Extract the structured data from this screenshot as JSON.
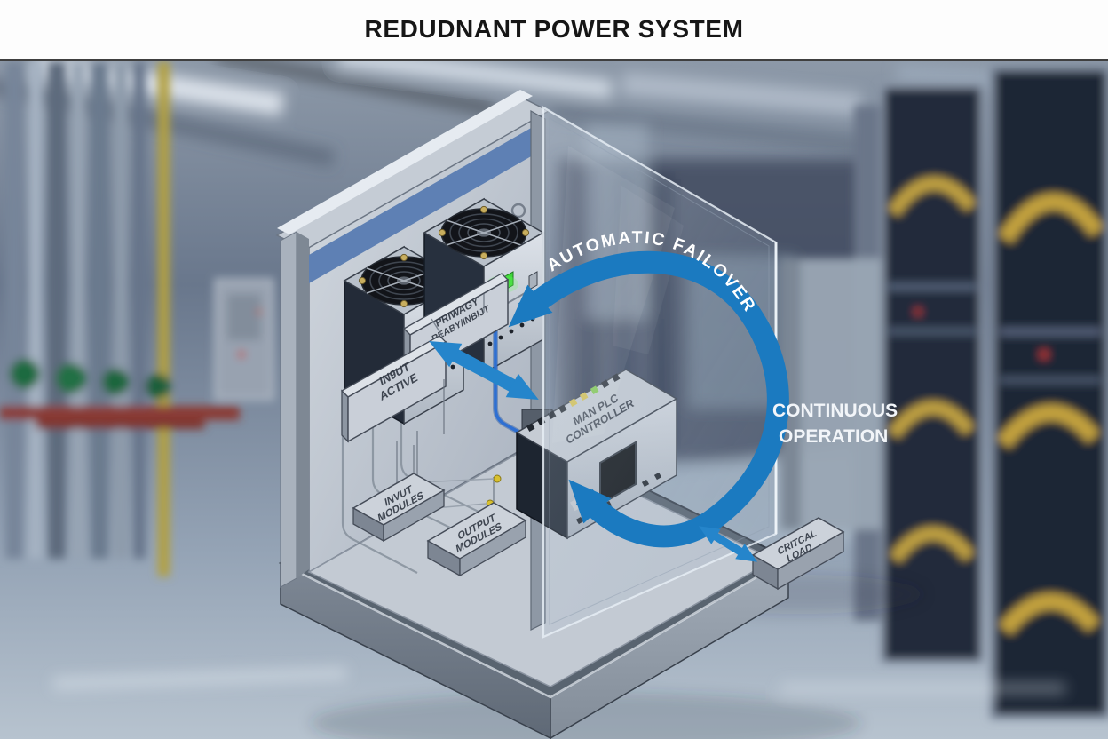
{
  "title": "REDUDNANT POWER SYSTEM",
  "labels": {
    "automatic_failover": "AUTOMATIC FAILOVER",
    "continuous_operation": [
      "CONTINUOUS",
      "OPERATION"
    ],
    "input_active": [
      "IN9UT",
      "ACTIVE"
    ],
    "primary_ready": [
      "PRIWAGY",
      "REABY/INBIJT"
    ],
    "plc_controller": [
      "MAN PLC",
      "CONTROLLER"
    ],
    "input_modules": [
      "INVUT",
      "MODULES"
    ],
    "output_modules": [
      "OUTPUT",
      "MODULES"
    ],
    "critical_load": [
      "CRITCAL",
      "LOAD"
    ]
  },
  "colors": {
    "arrow_blue": "#1b7ac0",
    "band_blue": "#5e80b4",
    "led_green": "#3fd63a",
    "cable_yellow": "#c2a13e",
    "cabinet_gray": "#c5ccd5"
  }
}
